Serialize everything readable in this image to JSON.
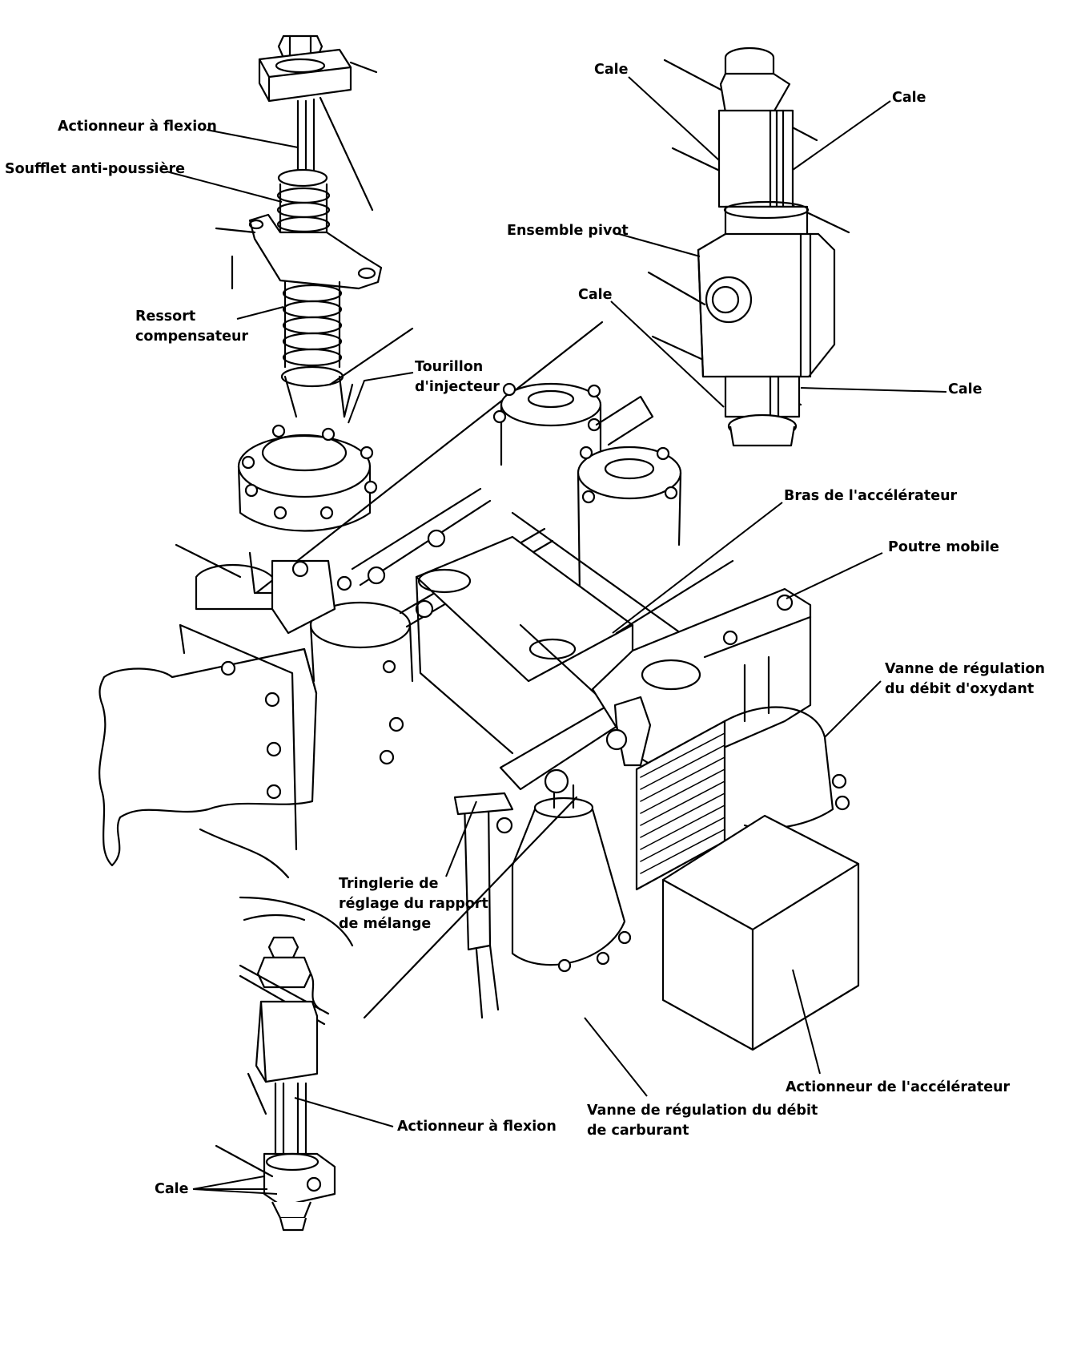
{
  "labels": {
    "flex_actuator_top": "Actionneur à flexion",
    "dust_bellows": "Soufflet anti-poussière",
    "compensating_spring": [
      "Ressort",
      "compensateur"
    ],
    "injector_trunnion": [
      "Tourillon",
      "d'injecteur"
    ],
    "shim_top_left": "Cale",
    "shim_top_right": "Cale",
    "pivot_assembly": "Ensemble pivot",
    "shim_mid": "Cale",
    "shim_right": "Cale",
    "throttle_arm": "Bras de l'accélérateur",
    "walking_beam": "Poutre mobile",
    "oxidizer_valve": [
      "Vanne de régulation",
      "du débit d'oxydant"
    ],
    "mixture_ratio_linkage": [
      "Tringlerie de",
      "réglage du rapport",
      "de mélange"
    ],
    "throttle_actuator": "Actionneur de l'accélérateur",
    "fuel_valve": [
      "Vanne de régulation du débit",
      "de carburant"
    ],
    "flex_actuator_bottom": "Actionneur à flexion",
    "shim_bottom": "Cale"
  }
}
